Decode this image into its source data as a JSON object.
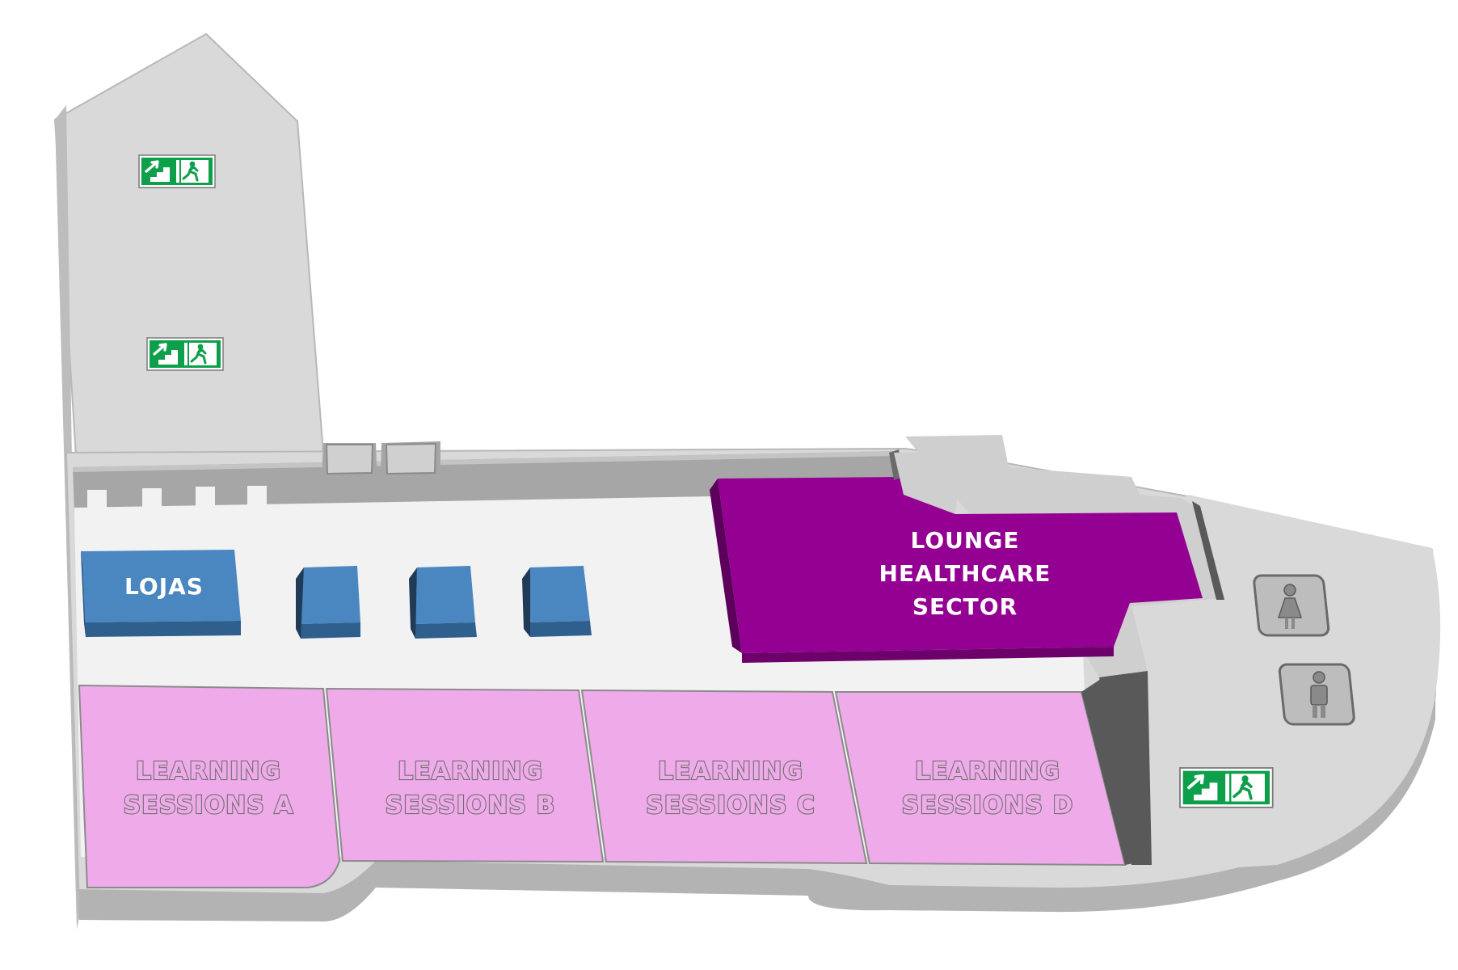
{
  "map": {
    "rooms": {
      "lojas": "LOJAS",
      "lounge": [
        "LOUNGE",
        "HEALTHCARE",
        "SECTOR"
      ],
      "sessions": [
        {
          "line1": "LEARNING",
          "line2": "SESSIONS A"
        },
        {
          "line1": "LEARNING",
          "line2": "SESSIONS B"
        },
        {
          "line1": "LEARNING",
          "line2": "SESSIONS C"
        },
        {
          "line1": "LEARNING",
          "line2": "SESSIONS D"
        }
      ]
    },
    "icons": {
      "fire_exit": "emergency-exit-icon",
      "restroom_female": "female-restroom-icon",
      "restroom_male": "male-restroom-icon"
    },
    "colors": {
      "floor": "#d9d9d9",
      "wall": "#a6a6a6",
      "corridor": "#f2f2f2",
      "store": "#4a86c0",
      "lounge": "#940092",
      "session": "#efabe9",
      "exit_sign": "#0e9f4b"
    }
  }
}
